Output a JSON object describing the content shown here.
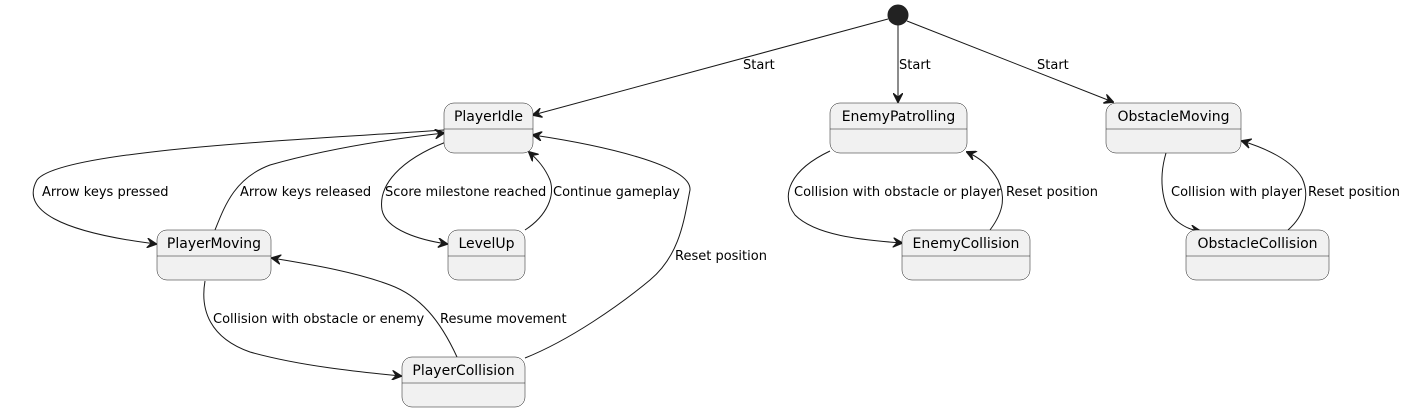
{
  "states": {
    "player_idle": "PlayerIdle",
    "player_moving": "PlayerMoving",
    "level_up": "LevelUp",
    "player_collision": "PlayerCollision",
    "enemy_patrolling": "EnemyPatrolling",
    "enemy_collision": "EnemyCollision",
    "obstacle_moving": "ObstacleMoving",
    "obstacle_collision": "ObstacleCollision"
  },
  "transitions": {
    "start_player": "Start",
    "start_enemy": "Start",
    "start_obstacle": "Start",
    "arrow_keys_pressed": "Arrow keys pressed",
    "arrow_keys_released": "Arrow keys released",
    "score_milestone": "Score milestone reached",
    "continue_gameplay": "Continue gameplay",
    "collision_obstacle_enemy": "Collision with obstacle or enemy",
    "resume_movement": "Resume movement",
    "reset_position_player": "Reset position",
    "collision_obstacle_player": "Collision with obstacle or player",
    "reset_position_enemy": "Reset position",
    "collision_player": "Collision with player",
    "reset_position_obstacle": "Reset position"
  }
}
